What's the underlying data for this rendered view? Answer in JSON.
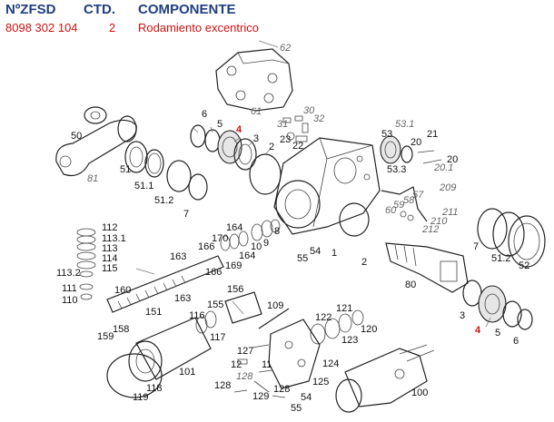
{
  "header": {
    "col1_title": "NºZFSD",
    "col2_title": "CTD.",
    "col3_title": "COMPONENTE",
    "part_number": "8098 302 104",
    "quantity": "2",
    "component": "Rodamiento excentrico"
  },
  "labels": {
    "l62": "62",
    "l61": "61",
    "l6a": "6",
    "l5a": "5",
    "l4a": "4",
    "l3a": "3",
    "l2a": "2",
    "l50": "50",
    "l51": "51",
    "l51_1": "51.1",
    "l51_2": "51.2",
    "l7a": "7",
    "l81": "81",
    "l31": "31",
    "l30": "30",
    "l32": "32",
    "l23": "23",
    "l22": "22",
    "l53": "53",
    "l53_1": "53.1",
    "l53_3": "53.3",
    "l20a": "20",
    "l21": "21",
    "l20b": "20",
    "l20_1": "20.1",
    "l209": "209",
    "l59": "59",
    "l58": "58",
    "l57": "57",
    "l60": "60",
    "l210": "210",
    "l211": "211",
    "l212": "212",
    "l164a": "164",
    "l170": "170",
    "l164b": "164",
    "l10": "10",
    "l9": "9",
    "l8": "8",
    "l166a": "166",
    "l166b": "166",
    "l169": "169",
    "l163a": "163",
    "l163b": "163",
    "l54a": "54",
    "l55a": "55",
    "l1": "1",
    "l2b": "2",
    "l80": "80",
    "l7b": "7",
    "l51_2b": "51.2",
    "l52": "52",
    "l112": "112",
    "l113_1": "113.1",
    "l113": "113",
    "l114": "114",
    "l115": "115",
    "l113_2": "113.2",
    "l111": "111",
    "l110": "110",
    "l160": "160",
    "l158": "158",
    "l159": "159",
    "l151": "151",
    "l156": "156",
    "l155": "155",
    "l109": "109",
    "l116": "116",
    "l117": "117",
    "l101": "101",
    "l118": "118",
    "l119": "119",
    "l121": "121",
    "l122": "122",
    "l123": "123",
    "l120": "120",
    "l127": "127",
    "l12": "12",
    "l11": "11",
    "l128a": "128",
    "l128b": "128",
    "l129": "129",
    "l128c": "128",
    "l54b": "54",
    "l55b": "55",
    "l125": "125",
    "l124": "124",
    "l100": "100",
    "l3b": "3",
    "l4b": "4",
    "l5b": "5",
    "l6b": "6"
  }
}
